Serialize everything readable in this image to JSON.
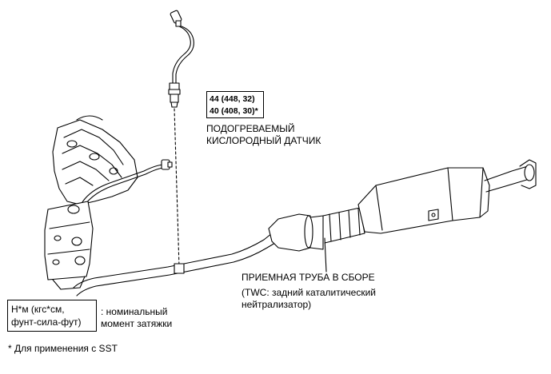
{
  "torque": {
    "line1": "44 (448, 32)",
    "line2": "40 (408, 30)*"
  },
  "sensor_label": {
    "line1": "ПОДОГРЕВАЕМЫЙ",
    "line2": "КИСЛОРОДНЫЙ ДАТЧИК"
  },
  "pipe_label": {
    "line1": "ПРИЕМНАЯ ТРУБА В СБОРЕ",
    "line2": "(TWC: задний каталитический",
    "line3": "нейтрализатор)"
  },
  "legend": {
    "box_line1": "Н*м (кгс*см,",
    "box_line2": "фунт-сила-фут)",
    "desc_line1": ": номинальный",
    "desc_line2": "момент затяжки"
  },
  "footnote": "* Для применения с SST"
}
